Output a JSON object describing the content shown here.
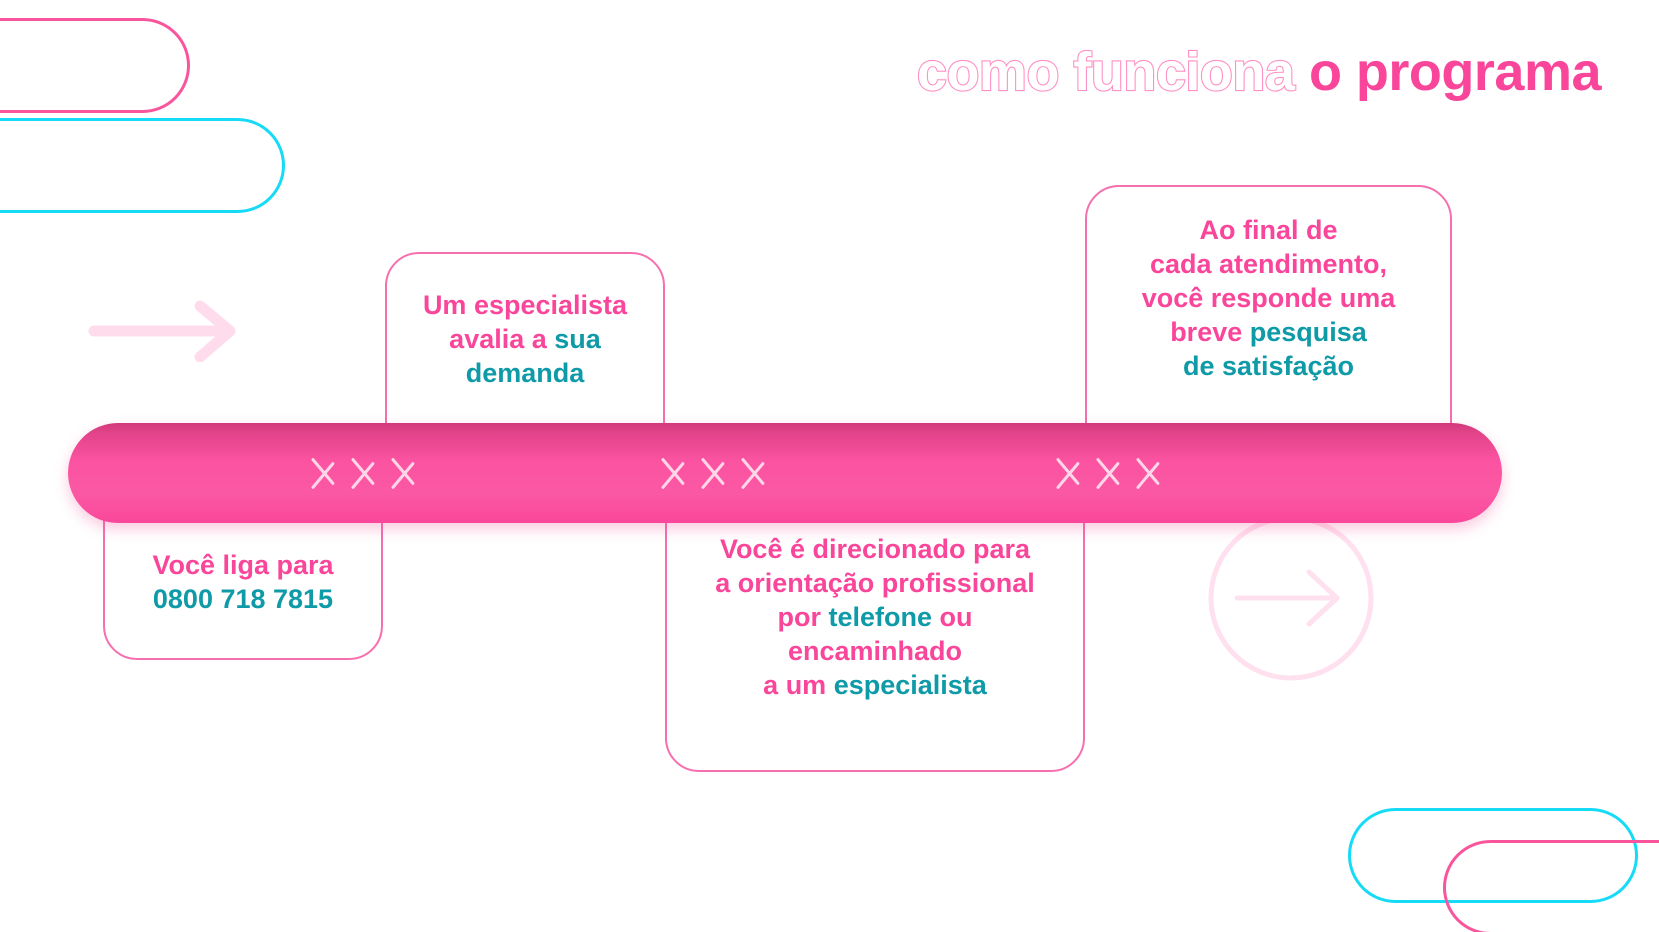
{
  "title": {
    "outline_part": "como funciona",
    "solid_part": "o programa",
    "outline_color": "#ff8fc4",
    "solid_color": "#f9469a"
  },
  "colors": {
    "pink": "#f9469a",
    "pink_border": "#f66fae",
    "teal": "#0e9aa7",
    "cyan": "#16dbf6",
    "bar_pink": "#fb53a1",
    "faded_pink": "#ffd9e9"
  },
  "steps": [
    {
      "id": "step-1",
      "position": "below-bar",
      "lines": [
        {
          "segments": [
            {
              "text": "Você liga para",
              "color": "pink"
            }
          ]
        },
        {
          "segments": [
            {
              "text": "0800 718 7815",
              "color": "teal"
            }
          ]
        }
      ],
      "plain_text": "Você liga para 0800 718 7815"
    },
    {
      "id": "step-2",
      "position": "above-bar",
      "lines": [
        {
          "segments": [
            {
              "text": "Um especialista",
              "color": "pink"
            }
          ]
        },
        {
          "segments": [
            {
              "text": "avalia a ",
              "color": "pink"
            },
            {
              "text": "sua",
              "color": "teal"
            }
          ]
        },
        {
          "segments": [
            {
              "text": "demanda",
              "color": "teal"
            }
          ]
        }
      ],
      "plain_text": "Um especialista avalia a sua demanda"
    },
    {
      "id": "step-3",
      "position": "below-bar",
      "lines": [
        {
          "segments": [
            {
              "text": "Você é direcionado para",
              "color": "pink"
            }
          ]
        },
        {
          "segments": [
            {
              "text": "a orientação profissional",
              "color": "pink"
            }
          ]
        },
        {
          "segments": [
            {
              "text": "por ",
              "color": "pink"
            },
            {
              "text": "telefone",
              "color": "teal"
            },
            {
              "text": " ou",
              "color": "pink"
            }
          ]
        },
        {
          "segments": [
            {
              "text": "encaminhado",
              "color": "pink"
            }
          ]
        },
        {
          "segments": [
            {
              "text": "a um ",
              "color": "pink"
            },
            {
              "text": "especialista",
              "color": "teal"
            }
          ]
        }
      ],
      "plain_text": "Você é direcionado para a orientação profissional por telefone ou encaminhado a um especialista"
    },
    {
      "id": "step-4",
      "position": "above-bar",
      "lines": [
        {
          "segments": [
            {
              "text": "Ao final de",
              "color": "pink"
            }
          ]
        },
        {
          "segments": [
            {
              "text": "cada atendimento,",
              "color": "pink"
            }
          ]
        },
        {
          "segments": [
            {
              "text": "você responde uma",
              "color": "pink"
            }
          ]
        },
        {
          "segments": [
            {
              "text": "breve ",
              "color": "pink"
            },
            {
              "text": "pesquisa",
              "color": "teal"
            }
          ]
        },
        {
          "segments": [
            {
              "text": "de satisfação",
              "color": "teal"
            }
          ]
        }
      ],
      "plain_text": "Ao final de cada atendimento, você responde uma breve pesquisa de satisfação"
    }
  ],
  "decorations": {
    "chevron_groups": 3,
    "chevrons_per_group": 3,
    "pills": [
      {
        "name": "top-left-pink",
        "color": "#f9559c"
      },
      {
        "name": "top-left-cyan",
        "color": "#16dbf6"
      },
      {
        "name": "bottom-right-cyan",
        "color": "#16dbf6"
      },
      {
        "name": "bottom-right-pink",
        "color": "#f9559c"
      }
    ],
    "arrow_left": "arrow-right-icon",
    "circle_arrow": "circle-arrow-right-icon"
  }
}
